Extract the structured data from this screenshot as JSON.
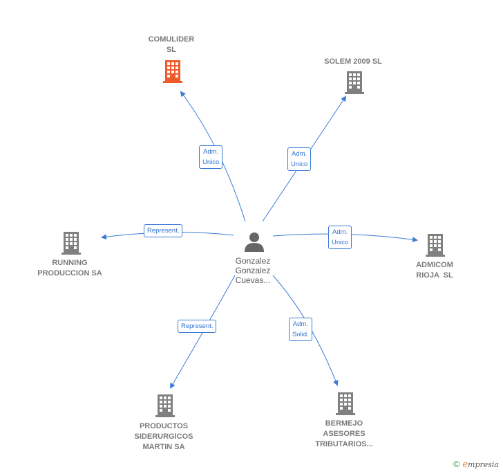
{
  "center": {
    "lines": [
      "Gonzalez",
      "Gonzalez",
      "Cuevas..."
    ]
  },
  "nodes": [
    {
      "id": "comulider",
      "lines": [
        "COMULIDER",
        "SL"
      ],
      "highlight": true
    },
    {
      "id": "solem",
      "lines": [
        "SOLEM 2009 SL"
      ],
      "highlight": false
    },
    {
      "id": "running",
      "lines": [
        "RUNNING",
        "PRODUCCION SA"
      ],
      "highlight": false
    },
    {
      "id": "admicom",
      "lines": [
        "ADMICOM",
        "RIOJA  SL"
      ],
      "highlight": false
    },
    {
      "id": "productos",
      "lines": [
        "PRODUCTOS",
        "SIDERURGICOS",
        "MARTIN SA"
      ],
      "highlight": false
    },
    {
      "id": "bermejo",
      "lines": [
        "BERMEJO",
        "ASESORES",
        "TRIBUTARIOS..."
      ],
      "highlight": false
    }
  ],
  "edges": [
    {
      "target": "comulider",
      "label": [
        "Adm.",
        "Unico"
      ]
    },
    {
      "target": "solem",
      "label": [
        "Adm.",
        "Unico"
      ]
    },
    {
      "target": "running",
      "label": [
        "Represent."
      ]
    },
    {
      "target": "admicom",
      "label": [
        "Adm.",
        "Unico"
      ]
    },
    {
      "target": "productos",
      "label": [
        "Represent."
      ]
    },
    {
      "target": "bermejo",
      "label": [
        "Adm.",
        "Solid."
      ]
    }
  ],
  "colors": {
    "edge": "#3a7bd5",
    "building": "#808080",
    "building_highlight": "#f0592a",
    "person": "#666666"
  },
  "footer": {
    "copyright": "©",
    "brand_initial": "e",
    "brand_rest": "mpresia"
  }
}
